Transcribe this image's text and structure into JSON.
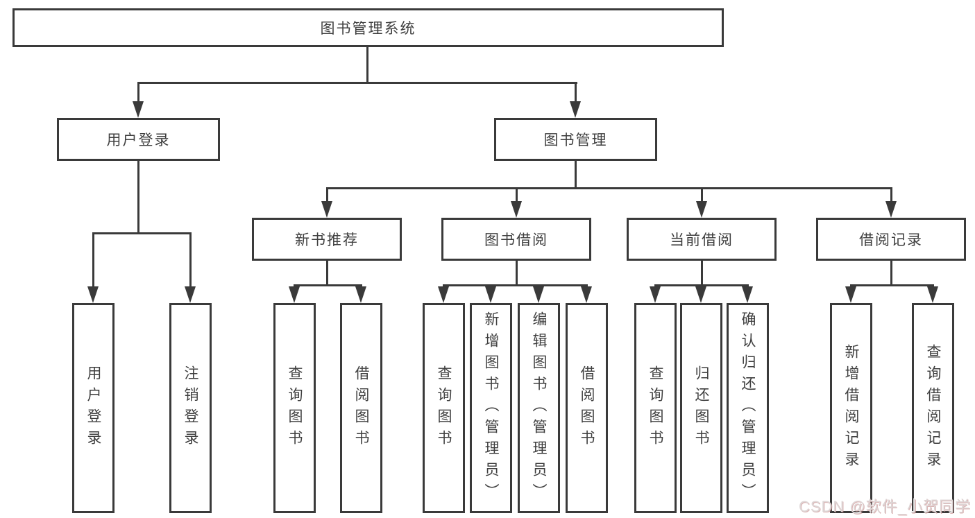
{
  "diagram": {
    "root": {
      "label": "图书管理系统"
    },
    "branches": [
      {
        "label": "用户登录",
        "children": [
          {
            "label": "用户登录"
          },
          {
            "label": "注销登录"
          }
        ]
      },
      {
        "label": "图书管理",
        "children": [
          {
            "label": "新书推荐",
            "children": [
              {
                "label": "查询图书"
              },
              {
                "label": "借阅图书"
              }
            ]
          },
          {
            "label": "图书借阅",
            "children": [
              {
                "label": "查询图书"
              },
              {
                "label": "新增图书（管理员）"
              },
              {
                "label": "编辑图书（管理员）"
              },
              {
                "label": "借阅图书"
              }
            ]
          },
          {
            "label": "当前借阅",
            "children": [
              {
                "label": "查询图书"
              },
              {
                "label": "归还图书"
              },
              {
                "label": "确认归还（管理员）"
              }
            ]
          },
          {
            "label": "借阅记录",
            "children": [
              {
                "label": "新增借阅记录"
              },
              {
                "label": "查询借阅记录"
              }
            ]
          }
        ]
      }
    ]
  },
  "watermark": {
    "text": "CSDN @软件_小贺同学"
  },
  "colors": {
    "line": "#3a3a3a",
    "text": "#3f3f3f",
    "background": "#ffffff",
    "watermark_text": "#ddd5d5"
  }
}
